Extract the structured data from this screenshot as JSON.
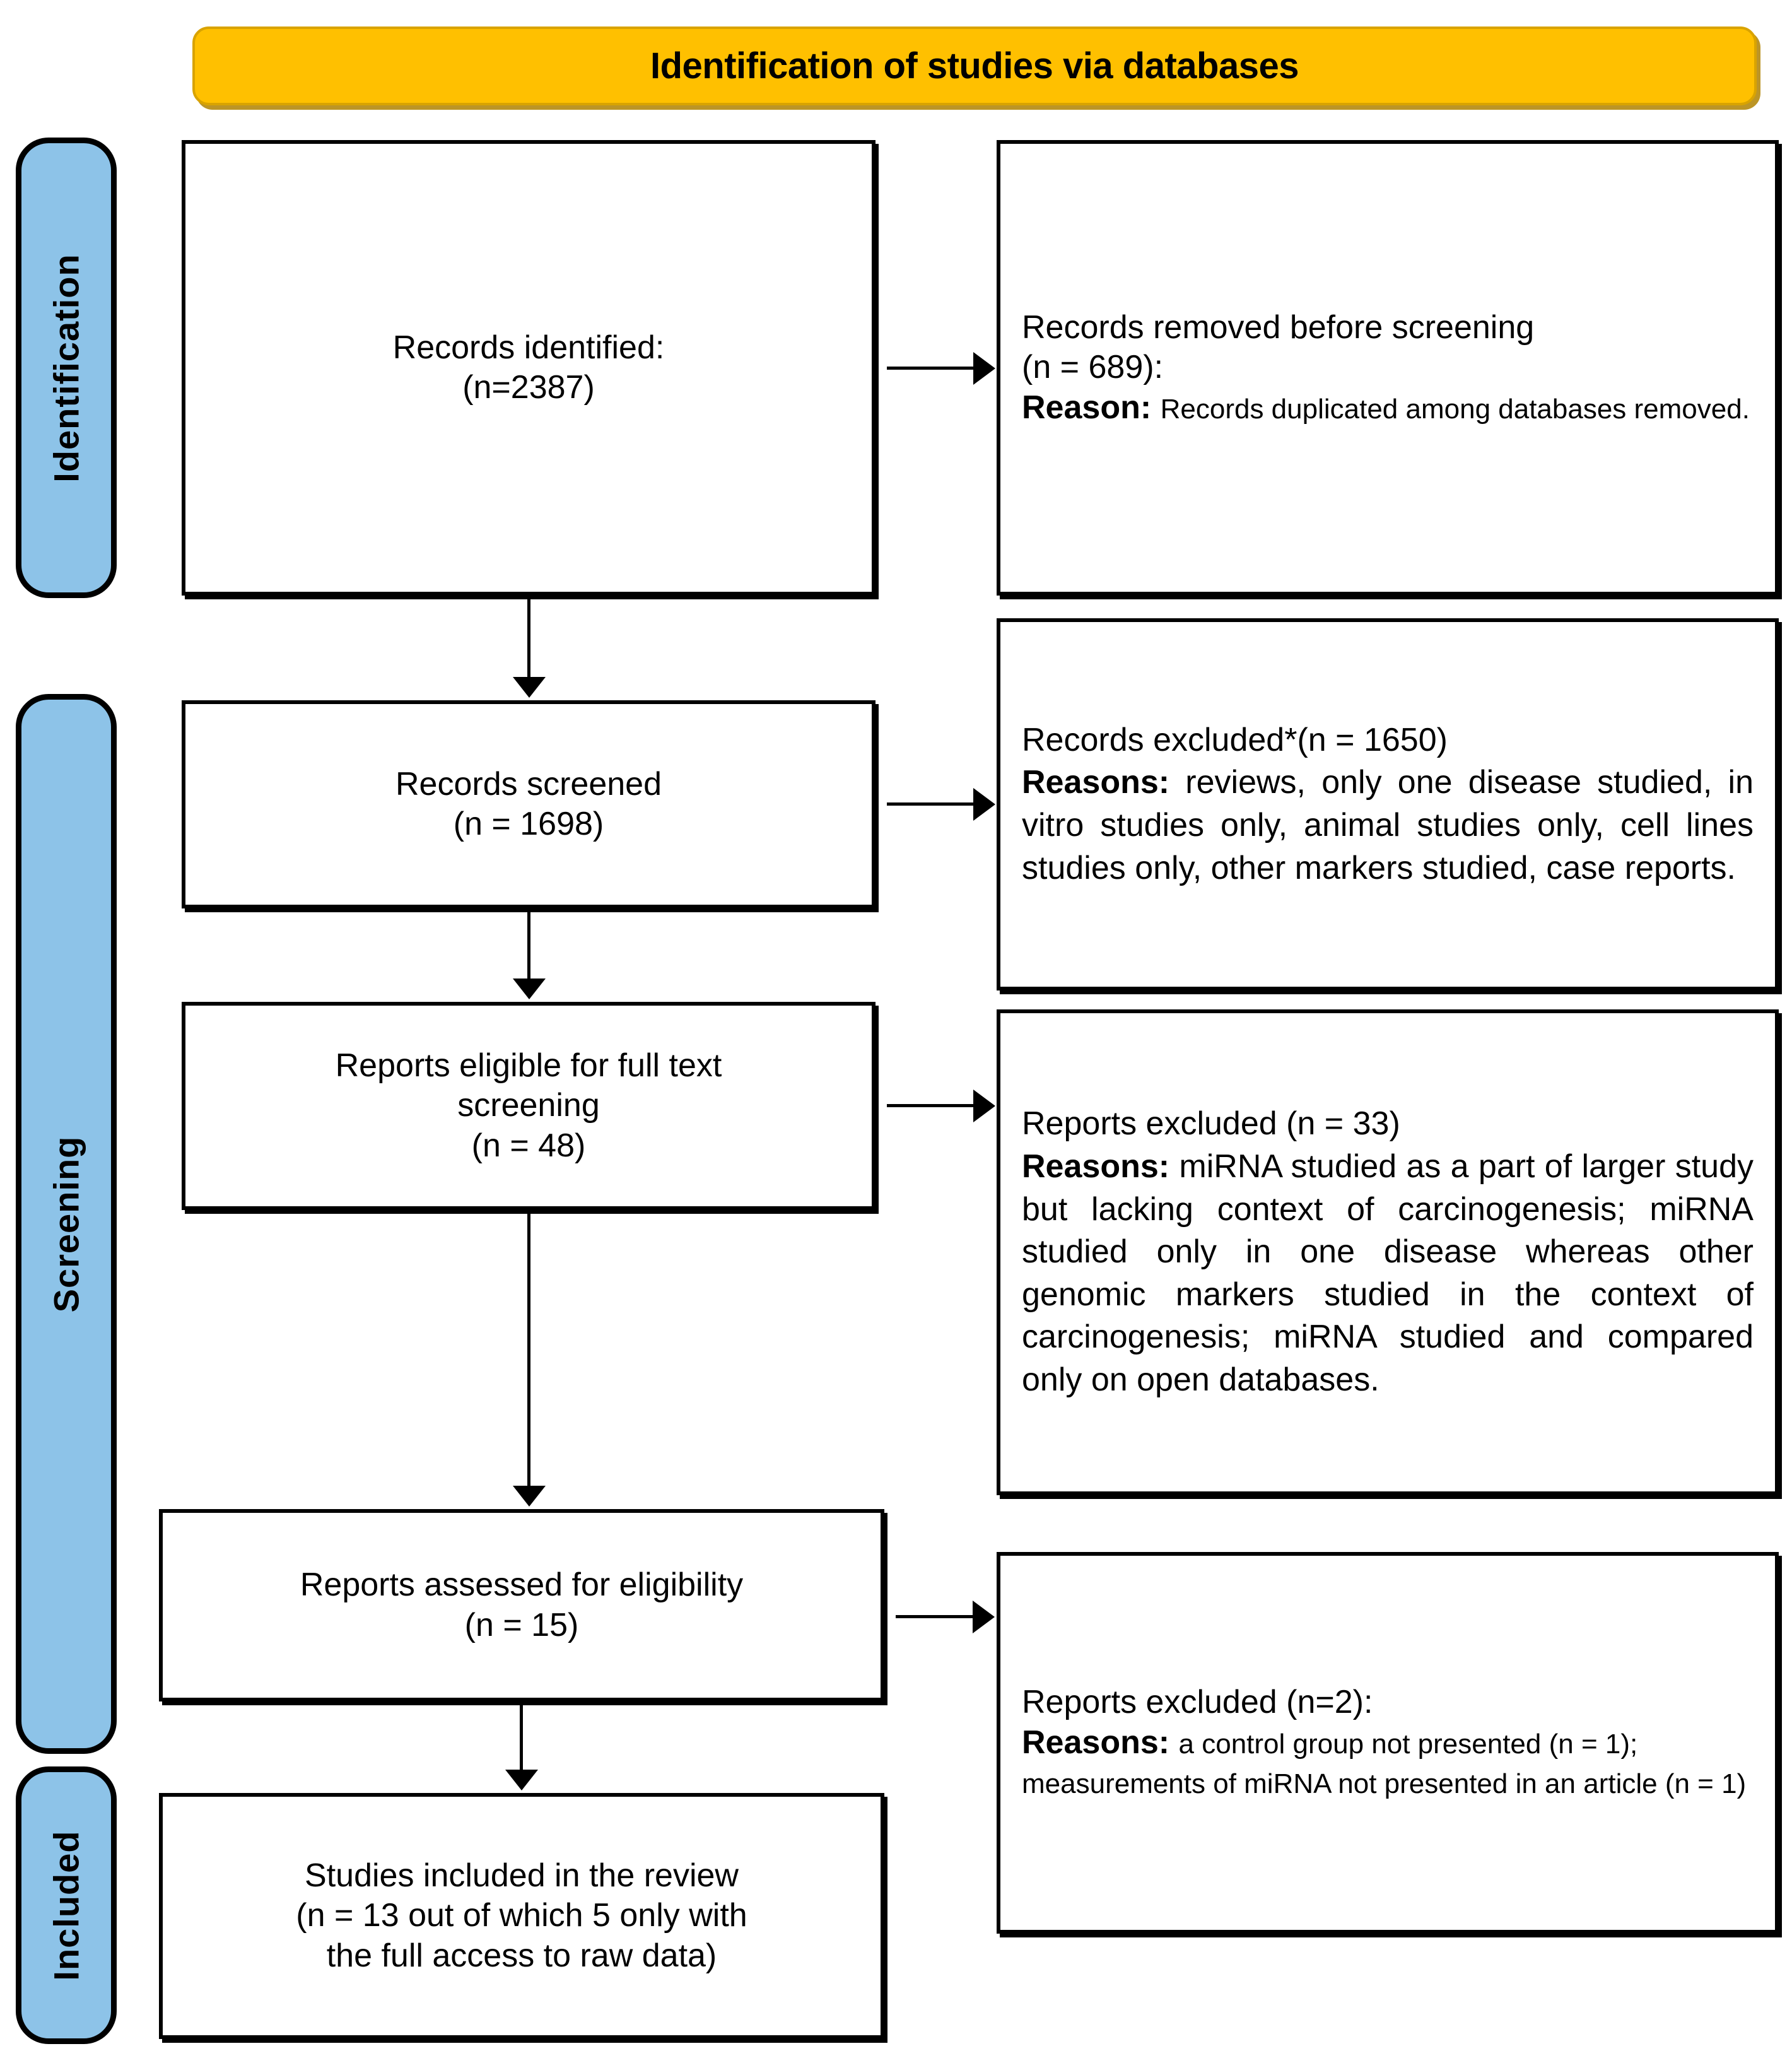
{
  "banner": {
    "title": "Identification of studies via databases",
    "color": "#FFC000"
  },
  "stages": {
    "color": "#8DC3E8",
    "identification": "Identification",
    "screening": "Screening",
    "included": "Included"
  },
  "boxes": {
    "identified": {
      "line1": "Records identified:",
      "line2": "(n=2387)"
    },
    "removed": {
      "line1": "Records removed before screening",
      "line2": "(n = 689):",
      "label": "Reason:",
      "reason": "Records duplicated among databases removed."
    },
    "screened": {
      "line1": "Records screened",
      "line2": "(n = 1698)"
    },
    "records_excluded": {
      "line1": "Records excluded*(n = 1650)",
      "label": "Reasons:",
      "reason": "reviews, only one disease studied, in vitro studies only, animal studies only, cell lines studies only, other markers studied, case reports."
    },
    "eligible": {
      "line1": "Reports eligible for full text",
      "line2": "screening",
      "line3": "(n = 48)"
    },
    "reports_excluded": {
      "line1": "Reports excluded (n = 33)",
      "label": "Reasons:",
      "reason": "miRNA studied as a part of larger study but lacking context of carcinogenesis; miRNA studied only in one disease whereas other genomic markers studied in the context of carcinogenesis; miRNA studied and compared only on open databases."
    },
    "assessed": {
      "line1": "Reports assessed for eligibility",
      "line2": "(n = 15)"
    },
    "reports_excluded_2": {
      "line1": "Reports excluded (n=2):",
      "label": "Reasons:",
      "reason": "a control group not presented (n = 1); measurements of miRNA not presented in an article (n = 1)"
    },
    "included": {
      "line1": "Studies included in the review",
      "line2": "(n = 13 out of which 5 only with",
      "line3": "the full access to raw data)"
    }
  },
  "chart_data": {
    "type": "diagram",
    "title": "PRISMA flow diagram — Identification of studies via databases",
    "nodes": [
      {
        "id": "identified",
        "stage": "Identification",
        "label": "Records identified:",
        "n": 2387
      },
      {
        "id": "removed",
        "stage": "Identification",
        "label": "Records removed before screening",
        "n": 689
      },
      {
        "id": "screened",
        "stage": "Screening",
        "label": "Records screened",
        "n": 1698
      },
      {
        "id": "records_excluded",
        "stage": "Screening",
        "label": "Records excluded*",
        "n": 1650
      },
      {
        "id": "eligible",
        "stage": "Screening",
        "label": "Reports eligible for full text screening",
        "n": 48
      },
      {
        "id": "reports_excluded",
        "stage": "Screening",
        "label": "Reports excluded",
        "n": 33
      },
      {
        "id": "assessed",
        "stage": "Screening",
        "label": "Reports assessed for eligibility",
        "n": 15
      },
      {
        "id": "reports_excluded_2",
        "stage": "Screening",
        "label": "Reports excluded",
        "n": 2
      },
      {
        "id": "included",
        "stage": "Included",
        "label": "Studies included in the review",
        "n": 13
      }
    ],
    "edges": [
      {
        "from": "identified",
        "to": "removed"
      },
      {
        "from": "identified",
        "to": "screened"
      },
      {
        "from": "screened",
        "to": "records_excluded"
      },
      {
        "from": "screened",
        "to": "eligible"
      },
      {
        "from": "eligible",
        "to": "reports_excluded"
      },
      {
        "from": "eligible",
        "to": "assessed"
      },
      {
        "from": "assessed",
        "to": "reports_excluded_2"
      },
      {
        "from": "assessed",
        "to": "included"
      }
    ]
  }
}
